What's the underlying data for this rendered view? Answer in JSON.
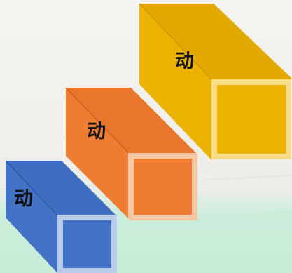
{
  "blocks": [
    {
      "id": "yellow",
      "label": "动",
      "front_color": "#ECB200",
      "side_color": "#ECB200",
      "square_fill": "#ECB200",
      "square_border": "#F8DC8A"
    },
    {
      "id": "orange",
      "label": "动",
      "front_color": "#EE7D31",
      "side_color": "#EE7D31",
      "square_fill": "#EE7D31",
      "square_border": "#F6C7A5"
    },
    {
      "id": "blue",
      "label": "动",
      "front_color": "#4472C5",
      "side_color": "#4472C5",
      "square_fill": "#4472C5",
      "square_border": "#B8CCEA"
    }
  ],
  "background": {
    "top": "#F5F3EE",
    "bottom": "#C9EDD9"
  }
}
